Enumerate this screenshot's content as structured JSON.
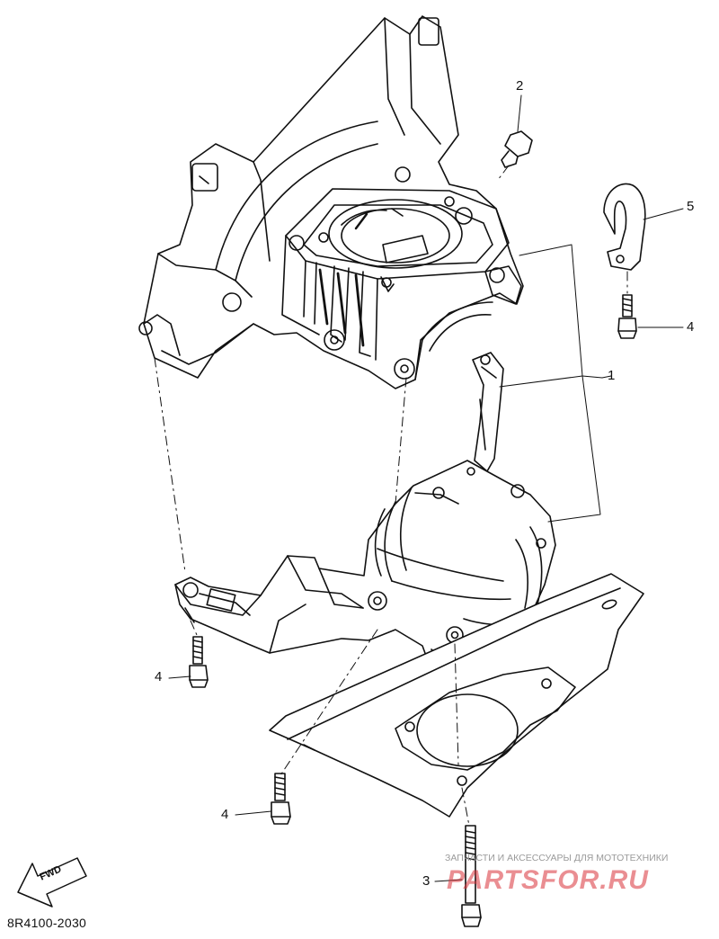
{
  "callouts": {
    "part_1": "1",
    "part_2": "2",
    "part_3": "3",
    "part_4_right": "4",
    "part_4_left": "4",
    "part_4_bottom": "4",
    "part_5": "5"
  },
  "fwd_arrow_label": "FWD",
  "drawing_code": "8R4100-2030",
  "watermark": {
    "tagline": "ЗАПЧАСТИ И АКСЕССУАРЫ ДЛЯ МОТОТЕХНИКИ",
    "logo": "PARTSFOR.RU"
  },
  "colors": {
    "line": "#111111",
    "watermark_logo": "#d9323a",
    "watermark_text": "#9a9a9a"
  }
}
